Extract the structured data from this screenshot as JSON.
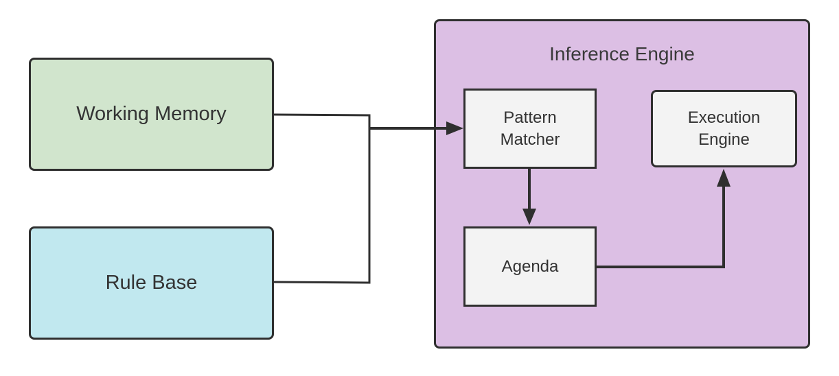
{
  "diagram": {
    "container": {
      "title": "Inference Engine",
      "color": "#dcbfe4"
    },
    "nodes": {
      "working_memory": {
        "label": "Working Memory",
        "color": "#d1e5cd"
      },
      "rule_base": {
        "label": "Rule Base",
        "color": "#c1e8ef"
      },
      "pattern_matcher": {
        "label": "Pattern\nMatcher",
        "color": "#f3f3f3"
      },
      "execution_engine": {
        "label": "Execution\nEngine",
        "color": "#f3f3f3"
      },
      "agenda": {
        "label": "Agenda",
        "color": "#f3f3f3"
      }
    },
    "edges": [
      {
        "from": "working_memory",
        "to": "pattern_matcher"
      },
      {
        "from": "rule_base",
        "to": "pattern_matcher"
      },
      {
        "from": "pattern_matcher",
        "to": "agenda"
      },
      {
        "from": "agenda",
        "to": "execution_engine"
      }
    ]
  }
}
